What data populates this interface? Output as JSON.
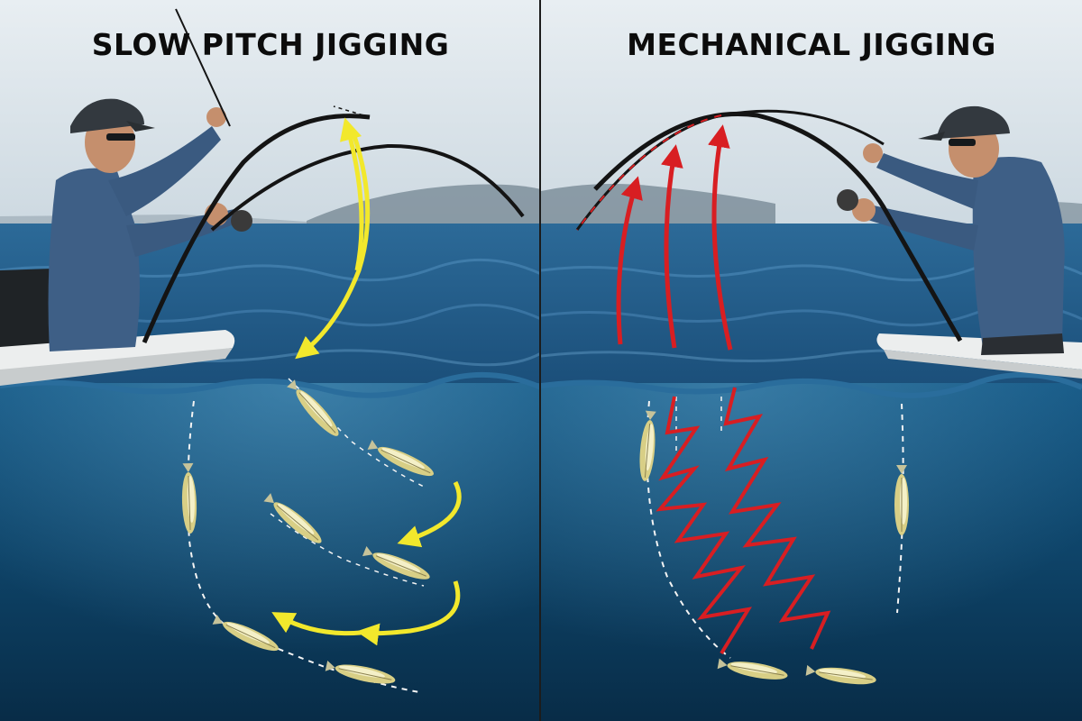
{
  "titles": {
    "left": "SLOW PITCH JIGGING",
    "right": "MECHANICAL JIGGING"
  },
  "colors": {
    "sky_top": "#e6ecf1",
    "sky_bottom": "#cfdbe3",
    "sea_surface": "#2f6e9e",
    "underwater": "#0d4368",
    "deep": "#082a44",
    "slow_pitch_arrow": "#f2e82c",
    "mechanical_arrow": "#d81e22",
    "angler_shirt": "#3e5f86",
    "cap": "#33393f",
    "boat": "#e8eaea",
    "jig_body": "#d4c87a",
    "divider": "#1c1c1c"
  },
  "icons": {
    "slow_pitch_motion": "curved-yellow-arrows",
    "mechanical_motion": "zigzag-red-arrows",
    "lure": "jig-lure-icon"
  }
}
